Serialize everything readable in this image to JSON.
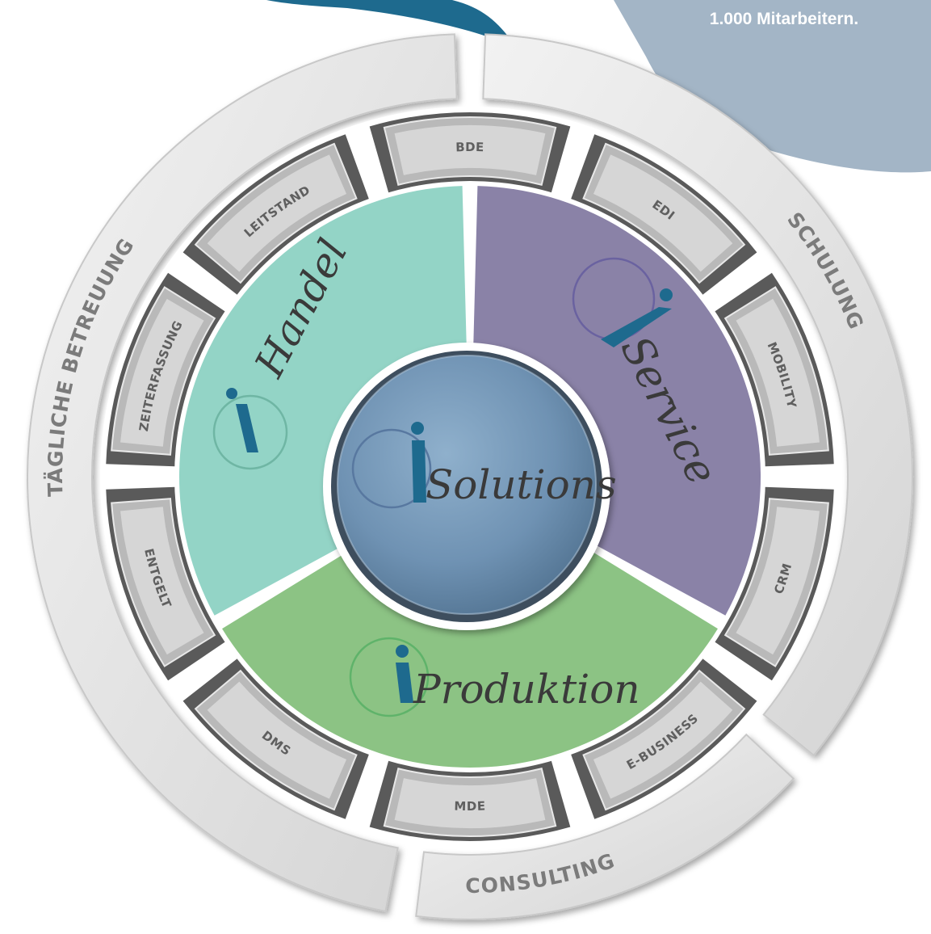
{
  "callout": {
    "text": "1.000 Mitarbeitern.",
    "bg_color": "#a3b5c6"
  },
  "outer_ring": {
    "labels": [
      {
        "id": "taegliche-betreuung",
        "text": "TÄGLICHE BETREUUNG"
      },
      {
        "id": "schulung",
        "text": "SCHULUNG"
      },
      {
        "id": "consulting",
        "text": "CONSULTING"
      }
    ]
  },
  "modules": [
    {
      "id": "bde",
      "label": "BDE"
    },
    {
      "id": "edi",
      "label": "EDI"
    },
    {
      "id": "mobility",
      "label": "MOBILITY"
    },
    {
      "id": "crm",
      "label": "CRM"
    },
    {
      "id": "e-business",
      "label": "E-BUSINESS"
    },
    {
      "id": "mde",
      "label": "MDE"
    },
    {
      "id": "dms",
      "label": "DMS"
    },
    {
      "id": "entgelt",
      "label": "ENTGELT"
    },
    {
      "id": "zeiterfassung",
      "label": "ZEITERFASSUNG"
    },
    {
      "id": "leitstand",
      "label": "LEITSTAND"
    }
  ],
  "sectors": {
    "handel": {
      "text": "Handel",
      "color": "#93d4c6"
    },
    "service": {
      "text": "Service",
      "color": "#8a82a7"
    },
    "produktion": {
      "text": "Produktion",
      "color": "#8cc384"
    }
  },
  "center": {
    "text": "Solutions",
    "color": "#7596b6"
  },
  "colors": {
    "brand_blue": "#1e6a8e",
    "ring_grey": "#e4e4e4",
    "module_grey": "#8a8a8a"
  }
}
